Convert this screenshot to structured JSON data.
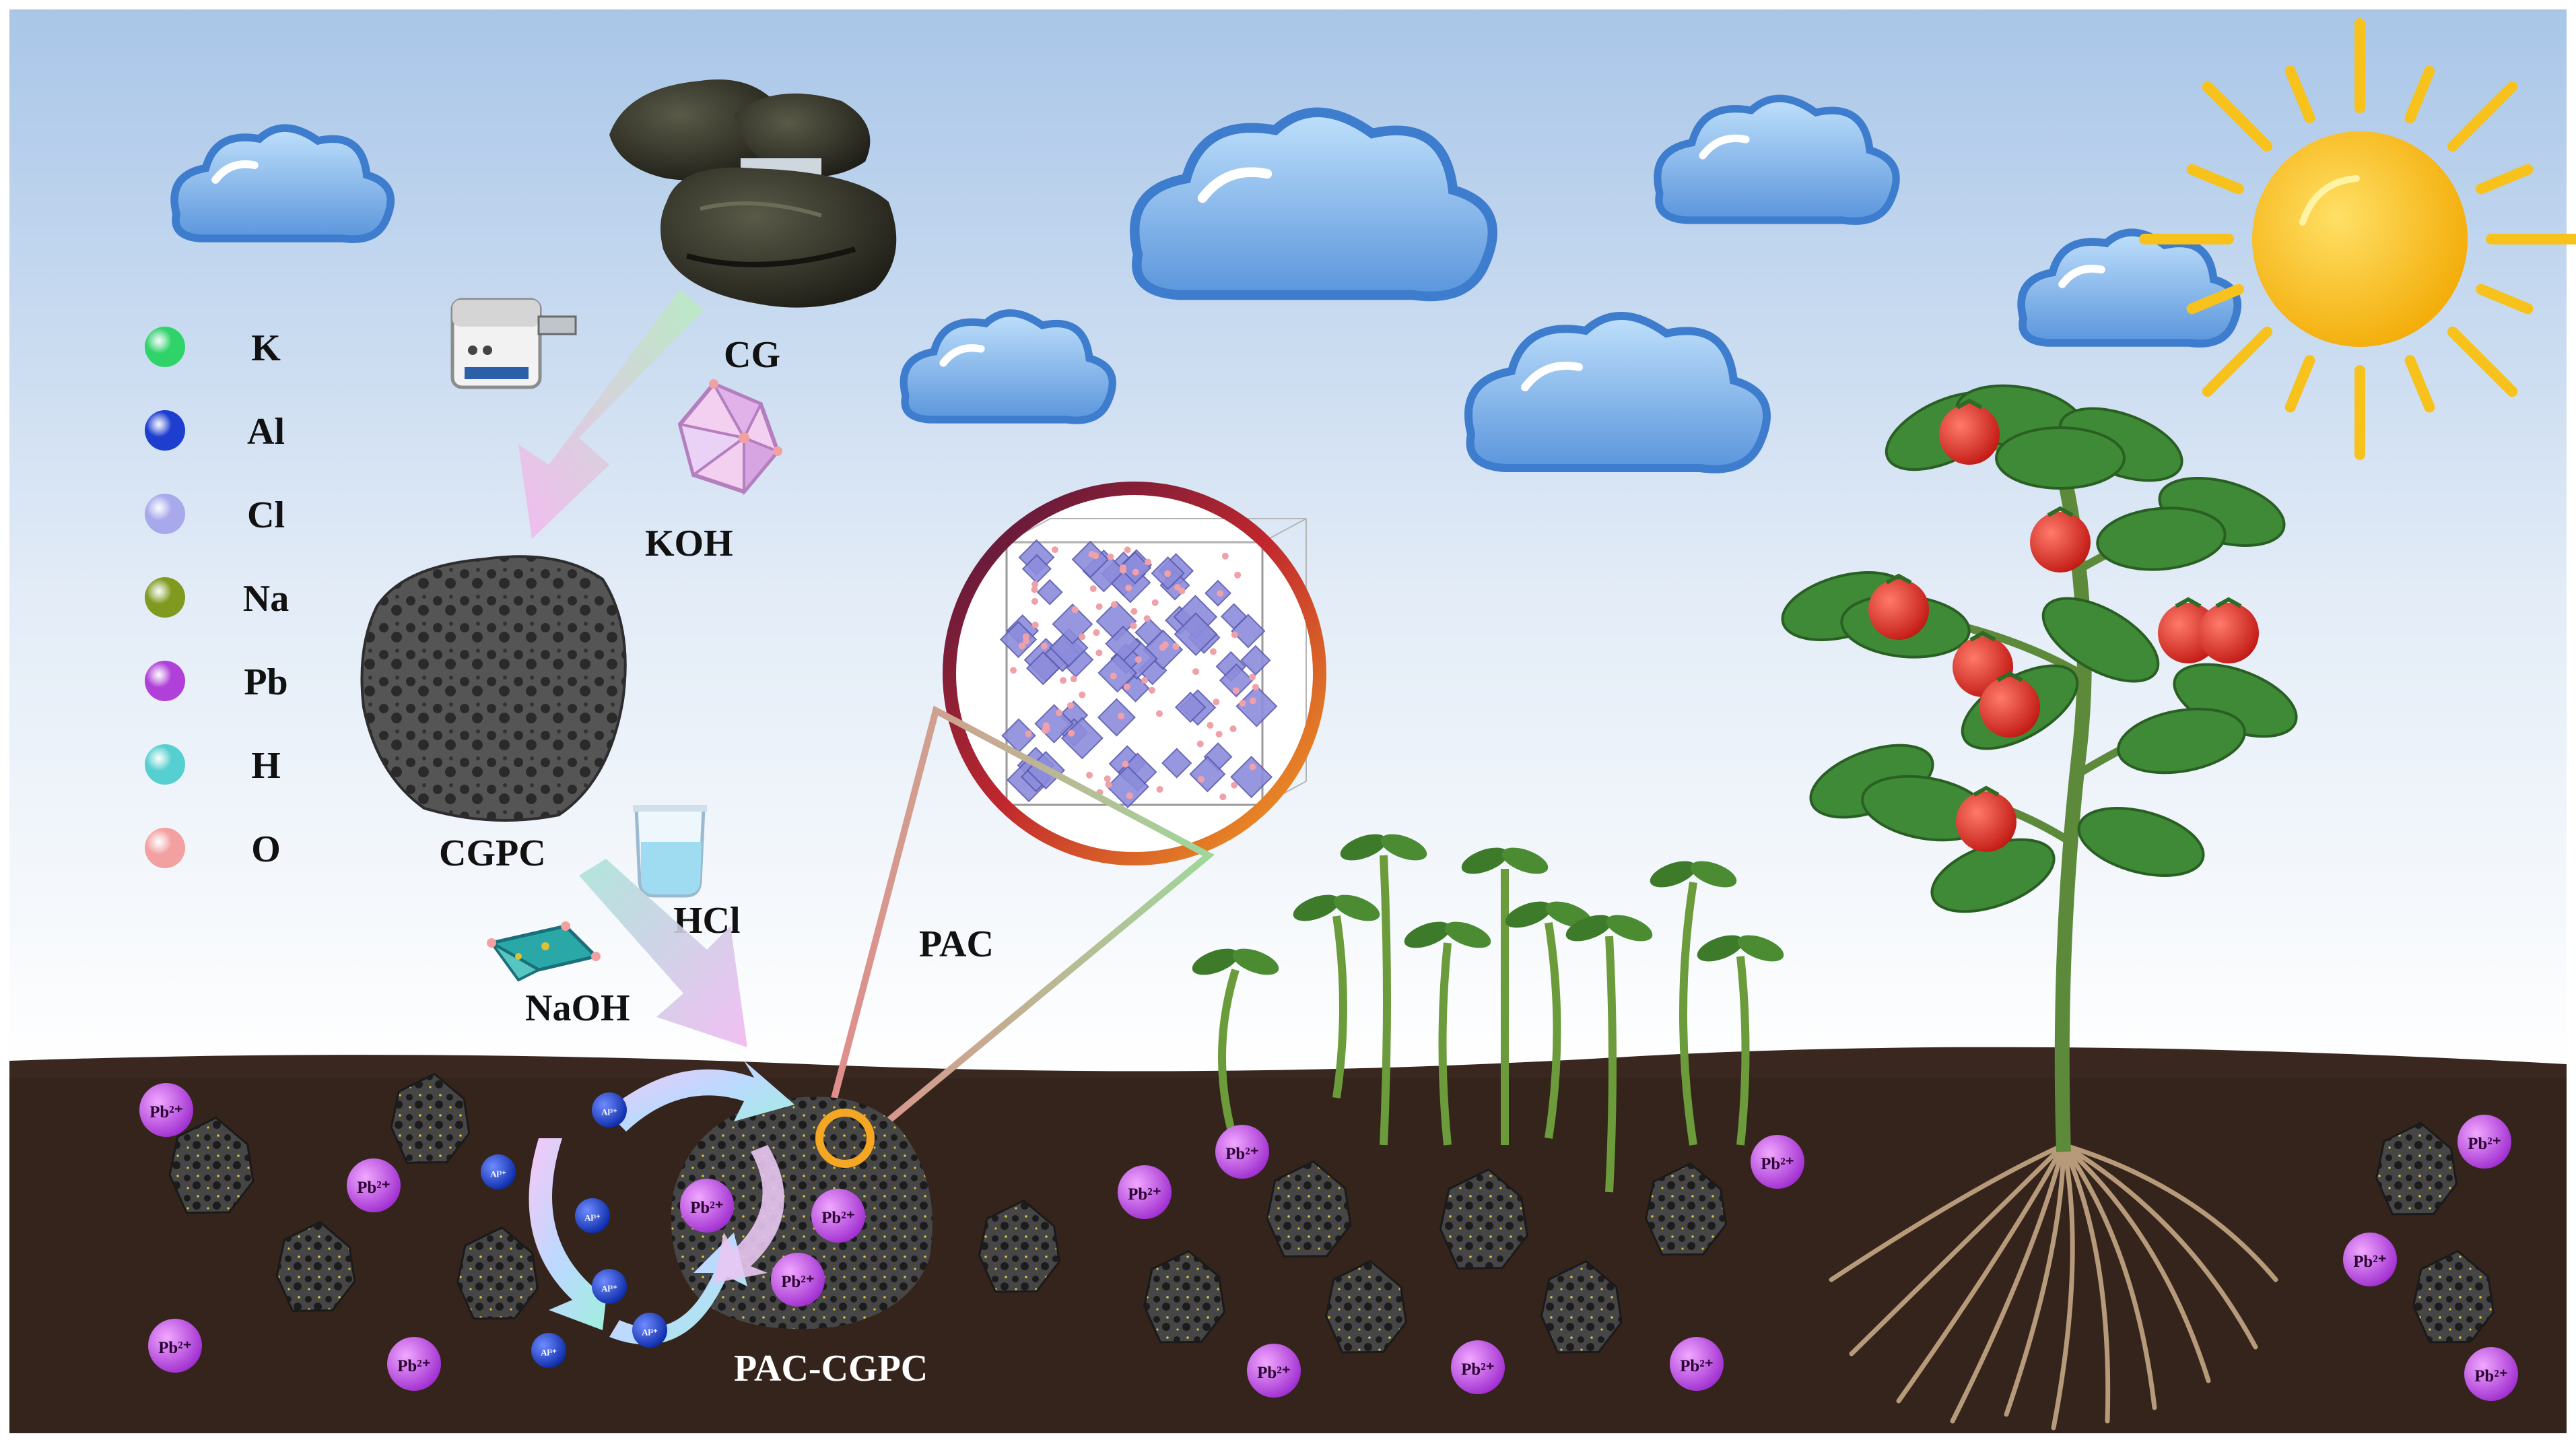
{
  "legend": [
    {
      "symbol": "K",
      "color": "#2fd36a"
    },
    {
      "symbol": "Al",
      "color": "#1d3ecf"
    },
    {
      "symbol": "Cl",
      "color": "#a8a8ec"
    },
    {
      "symbol": "Na",
      "color": "#7f9a1f"
    },
    {
      "symbol": "Pb",
      "color": "#b040d8"
    },
    {
      "symbol": "H",
      "color": "#55cfd0"
    },
    {
      "symbol": "O",
      "color": "#f3a0a0"
    }
  ],
  "labels": {
    "cg": "CG",
    "koh": "KOH",
    "cgpc": "CGPC",
    "hcl": "HCl",
    "naoh": "NaOH",
    "pac": "PAC",
    "pac_cgpc": "PAC-CGPC"
  },
  "ions": {
    "pb": "Pb²⁺",
    "al": "Al³⁺"
  },
  "colors": {
    "sky_top": "#a9c6e8",
    "sky_bottom": "#ffffff",
    "soil": "#3a2820",
    "sun": "#f7c21b",
    "cloud": "#4b86d6",
    "plant": "#3f8a36",
    "tomato": "#d8241e"
  }
}
